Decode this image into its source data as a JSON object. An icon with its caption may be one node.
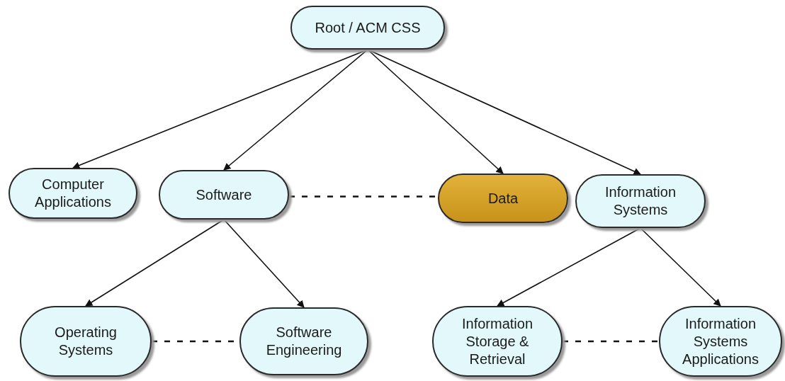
{
  "diagram": {
    "nodes": [
      {
        "text": [
          "Root / ACM CSS"
        ]
      },
      {
        "text": [
          "Computer Applications"
        ]
      },
      {
        "text": [
          "Software"
        ]
      },
      {
        "text": [
          "Data"
        ]
      },
      {
        "text": [
          "Information Systems"
        ]
      },
      {
        "text": [
          "Operating Systems"
        ]
      },
      {
        "text": [
          "Software Engineering"
        ]
      },
      {
        "text": [
          "Information Storage & Retrieval"
        ]
      },
      {
        "text": [
          "Information Systems Applications"
        ]
      }
    ],
    "edges": [
      {
        "from": 0,
        "to": 1,
        "arrow": "to"
      },
      {
        "from": 0,
        "to": 2,
        "arrow": "to"
      },
      {
        "from": 0,
        "to": 3,
        "arrow": "to"
      },
      {
        "from": 0,
        "to": 4,
        "arrow": "to"
      },
      {
        "from": 2,
        "to": 3,
        "arrow": "none",
        "style": "dashed"
      },
      {
        "from": 2,
        "to": 5,
        "arrow": "to"
      },
      {
        "from": 2,
        "to": 6,
        "arrow": "to"
      },
      {
        "from": 4,
        "to": 7,
        "arrow": "to"
      },
      {
        "from": 4,
        "to": 8,
        "arrow": "to"
      },
      {
        "from": 5,
        "to": 6,
        "arrow": "none",
        "style": "dashed"
      },
      {
        "from": 7,
        "to": 8,
        "arrow": "none",
        "style": "dashed"
      }
    ]
  }
}
